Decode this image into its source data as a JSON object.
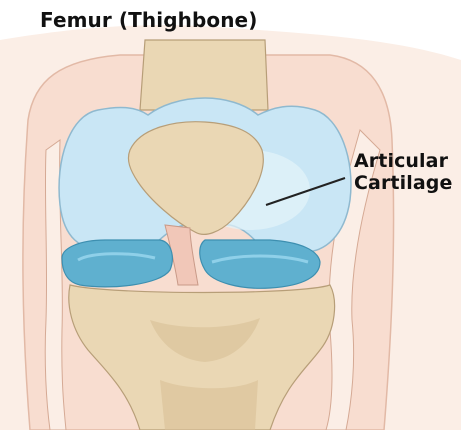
{
  "diagram": {
    "title": "Femur (Thighbone)",
    "callout": {
      "line1": "Articular",
      "line2": "Cartilage"
    }
  },
  "colors": {
    "skin": "#f8ddd0",
    "bone": "#ead7b4",
    "bone_shadow": "#cdb58f",
    "cartilage": "#c9e6f5",
    "meniscus": "#5fb0cf",
    "ligament": "#f1c7b8",
    "outline": "#6b5a48"
  }
}
